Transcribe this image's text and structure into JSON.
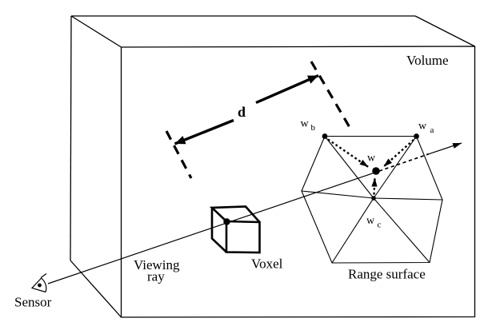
{
  "diagram": {
    "labels": {
      "volume": "Volume",
      "distance": "d",
      "viewing_ray_line1": "Viewing",
      "viewing_ray_line2": "ray",
      "voxel": "Voxel",
      "range_surface": "Range surface",
      "sensor": "Sensor"
    },
    "points": {
      "w": {
        "base": "w"
      },
      "wa": {
        "base": "w",
        "sub": "a"
      },
      "wb": {
        "base": "w",
        "sub": "b"
      },
      "wc": {
        "base": "w",
        "sub": "c"
      }
    },
    "colors": {
      "ink": "#000000",
      "background": "#ffffff"
    }
  }
}
